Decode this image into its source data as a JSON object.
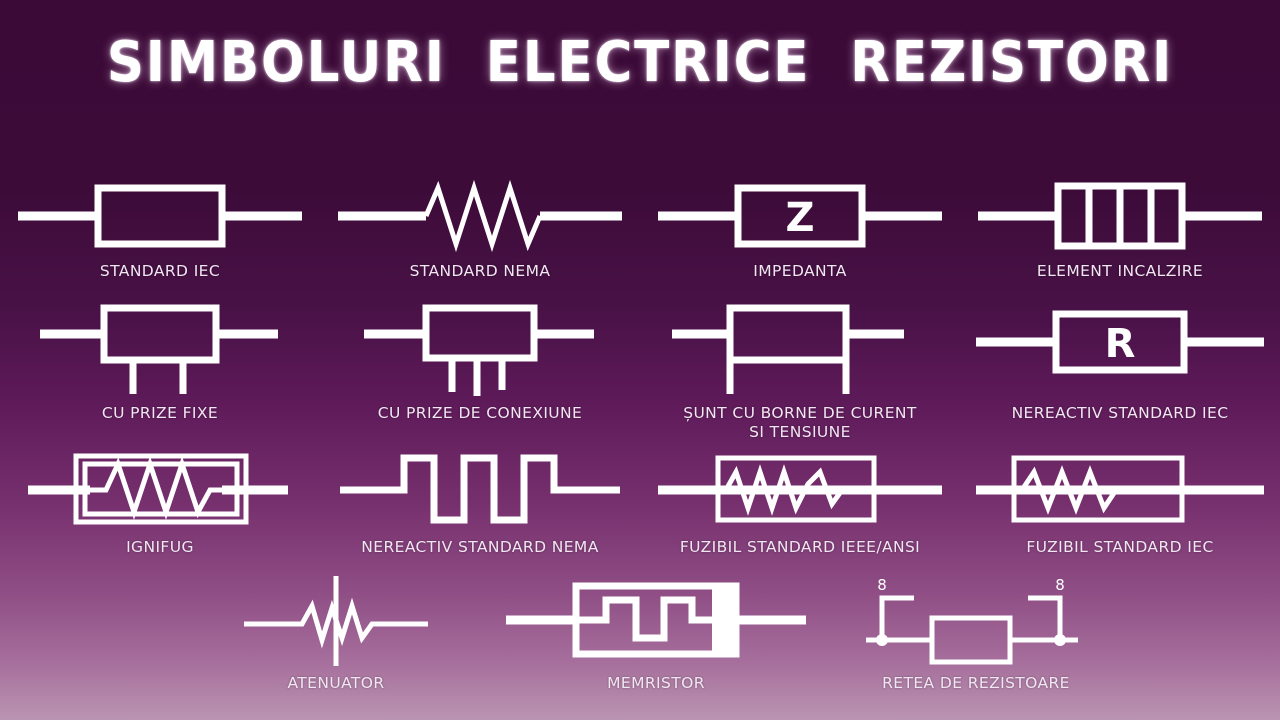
{
  "header": {
    "title": "SIMBOLURI   ELECTRICE   REZISTORI"
  },
  "theme": {
    "background_top": "#3b0a37",
    "background_bottom": "#bb94b2",
    "symbol_color": "#ffffff",
    "caption_color": "#f2e6f2"
  },
  "rows": [
    {
      "cells": [
        {
          "caption": "STANDARD IEC",
          "symbol": "box-plain"
        },
        {
          "caption": "STANDARD NEMA",
          "symbol": "zigzag"
        },
        {
          "caption": "IMPEDANTA",
          "symbol": "box-letter",
          "glyph": "Z"
        },
        {
          "caption": "ELEMENT INCALZIRE",
          "symbol": "box-segmented"
        }
      ]
    },
    {
      "cells": [
        {
          "caption": "CU PRIZE FIXE",
          "symbol": "box-two-taps"
        },
        {
          "caption": "CU PRIZE DE CONEXIUNE",
          "symbol": "box-three-taps"
        },
        {
          "caption": "ȘUNT CU BORNE DE CURENT\nSI TENSIUNE",
          "symbol": "shunt-four-terminal"
        },
        {
          "caption": "NEREACTIV STANDARD IEC",
          "symbol": "box-letter",
          "glyph": "R"
        }
      ]
    },
    {
      "cells": [
        {
          "caption": "IGNIFUG",
          "symbol": "double-box-zigzag"
        },
        {
          "caption": "NEREACTIV STANDARD NEMA",
          "symbol": "square-wave"
        },
        {
          "caption": "FUZIBIL STANDARD IEEE/ANSI",
          "symbol": "fuse-ieee"
        },
        {
          "caption": "FUZIBIL STANDARD IEC",
          "symbol": "fuse-iec"
        }
      ]
    },
    {
      "cells": [
        {
          "caption": "ATENUATOR",
          "symbol": "attenuator"
        },
        {
          "caption": "MEMRISTOR",
          "symbol": "memristor"
        },
        {
          "caption": "RETEA DE REZISTOARE",
          "symbol": "resistor-network",
          "pin_left": "8",
          "pin_right": "8"
        }
      ]
    }
  ]
}
